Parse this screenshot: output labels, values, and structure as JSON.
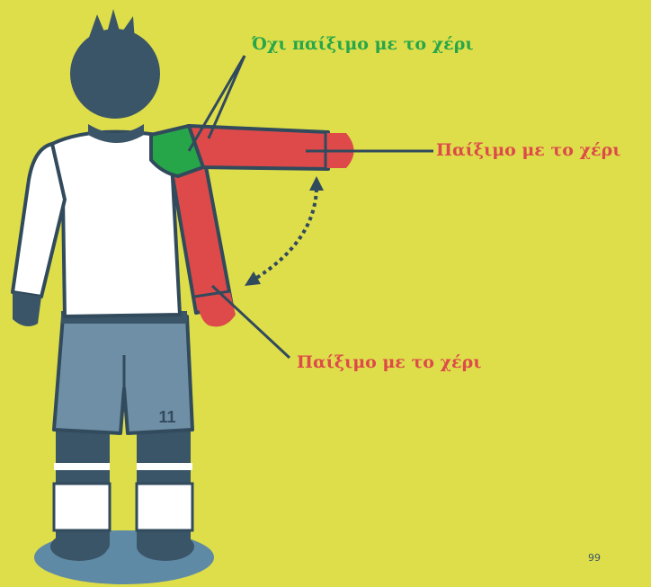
{
  "labels": {
    "no_handball": "Όχι παίξιμο με το χέρι",
    "handball_upper": "Παίξιμο με το χέρι",
    "handball_lower": "Παίξιμο με το χέρι"
  },
  "player": {
    "shirt_number": "11"
  },
  "page_number": "99",
  "colors": {
    "background": "#dede4a",
    "green_zone": "#27a649",
    "red_zone": "#dd4a49",
    "outline": "#314a5c",
    "shorts": "#6f8fa7",
    "skin_dark": "#3b5568"
  },
  "icons": [
    "curved-arrow-icon"
  ]
}
